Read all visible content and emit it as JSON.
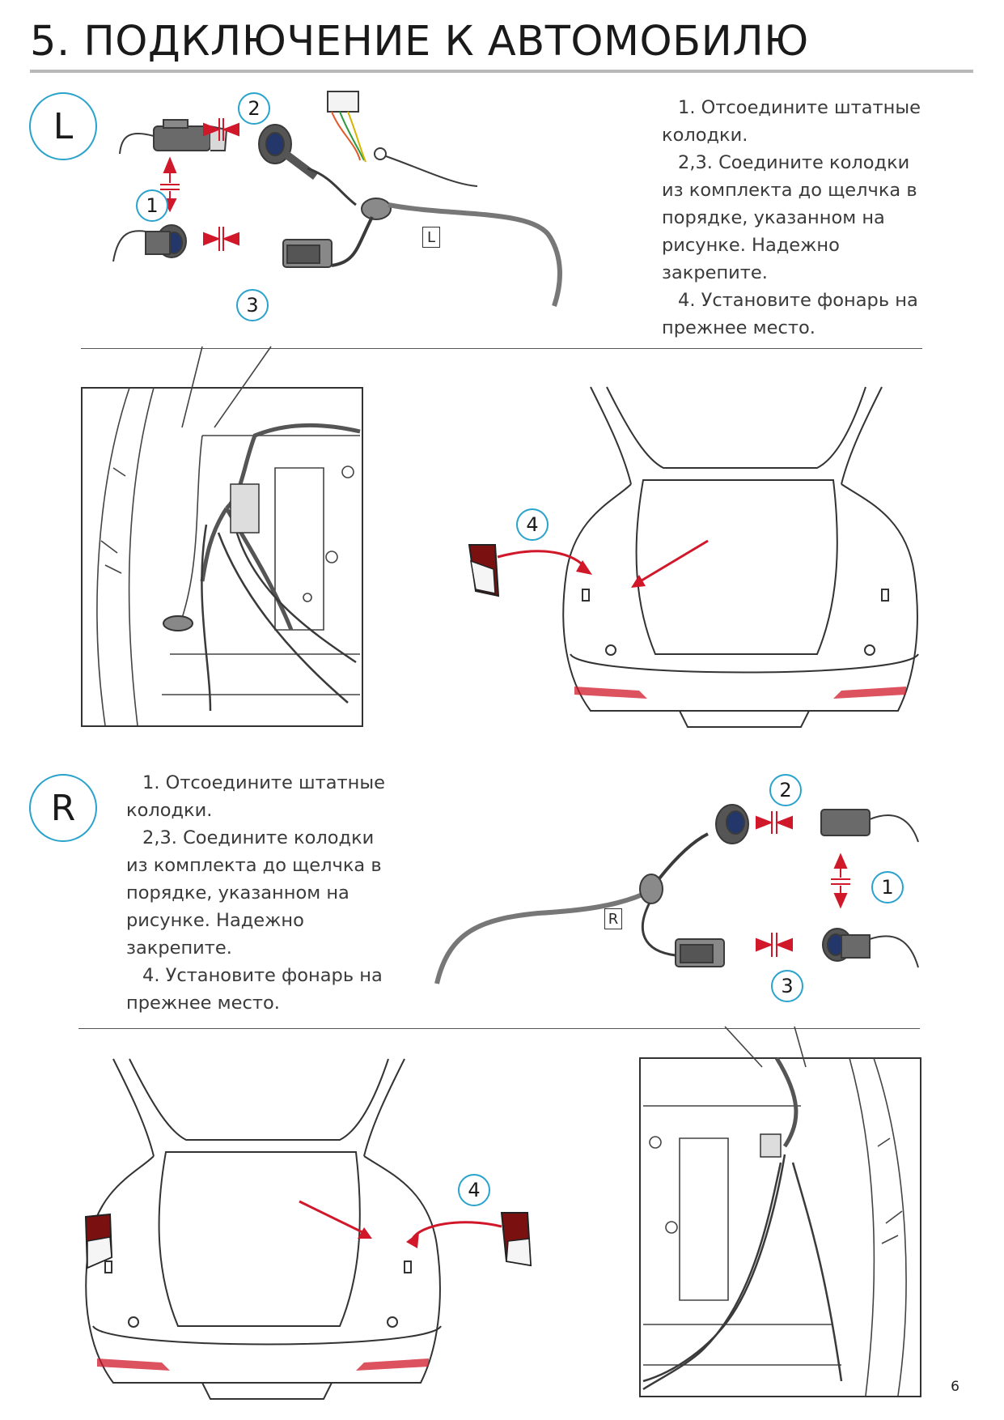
{
  "header": {
    "title": "5. ПОДКЛЮЧЕНИЕ К АВТОМОБИЛЮ"
  },
  "sections": {
    "left": {
      "side_label": "L",
      "connector_tag": "L",
      "steps": {
        "s1": "1",
        "s2": "2",
        "s3": "3",
        "s4": "4"
      },
      "instructions": [
        "1. Отсоедините штатные",
        "колодки.",
        "2,3. Соедините колодки",
        "из комплекта до щелчка в",
        "порядке, указанном на",
        "рисунке. Надежно",
        "закрепите.",
        "4. Установите фонарь на",
        "прежнее место."
      ]
    },
    "right": {
      "side_label": "R",
      "connector_tag": "R",
      "steps": {
        "s1": "1",
        "s2": "2",
        "s3": "3",
        "s4": "4"
      },
      "instructions": [
        "1. Отсоедините штатные",
        "колодки.",
        "2,3. Соедините колодки",
        "из комплекта до щелчка в",
        "порядке, указанном на",
        "рисунке. Надежно",
        "закрепите.",
        "4. Установите фонарь на",
        "прежнее место."
      ]
    }
  },
  "footer": {
    "page_number": "6"
  },
  "colors": {
    "accent_blue": "#2aa3cc",
    "arrow_red": "#d0182a",
    "line": "#3a3a3a"
  }
}
